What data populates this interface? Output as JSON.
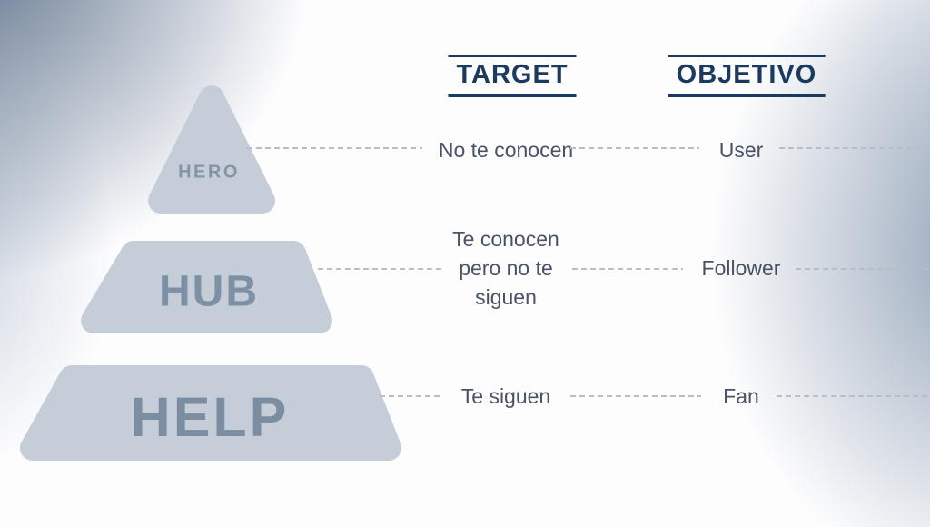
{
  "title": "Hero Hub Help content pyramid",
  "pyramid": {
    "levels": [
      {
        "id": "hero",
        "label": "HERO"
      },
      {
        "id": "hub",
        "label": "HUB"
      },
      {
        "id": "help",
        "label": "HELP"
      }
    ]
  },
  "columns": {
    "target_header": "TARGET",
    "objetivo_header": "OBJETIVO"
  },
  "rows": [
    {
      "level": "HERO",
      "target": "No te conocen",
      "objetivo": "User"
    },
    {
      "level": "HUB",
      "target": "Te conocen pero no te siguen",
      "objetivo": "Follower"
    },
    {
      "level": "HELP",
      "target": "Te siguen",
      "objetivo": "Fan"
    }
  ],
  "colors": {
    "header_navy": "#1c3a5e",
    "shape_fill": "#c5ced8",
    "shape_label": "#7e90a3",
    "body_text": "#4a5365",
    "dash_line": "#b7bec7",
    "bg_corner_blue": "#506581",
    "bg_right_blue": "#728aa3"
  }
}
